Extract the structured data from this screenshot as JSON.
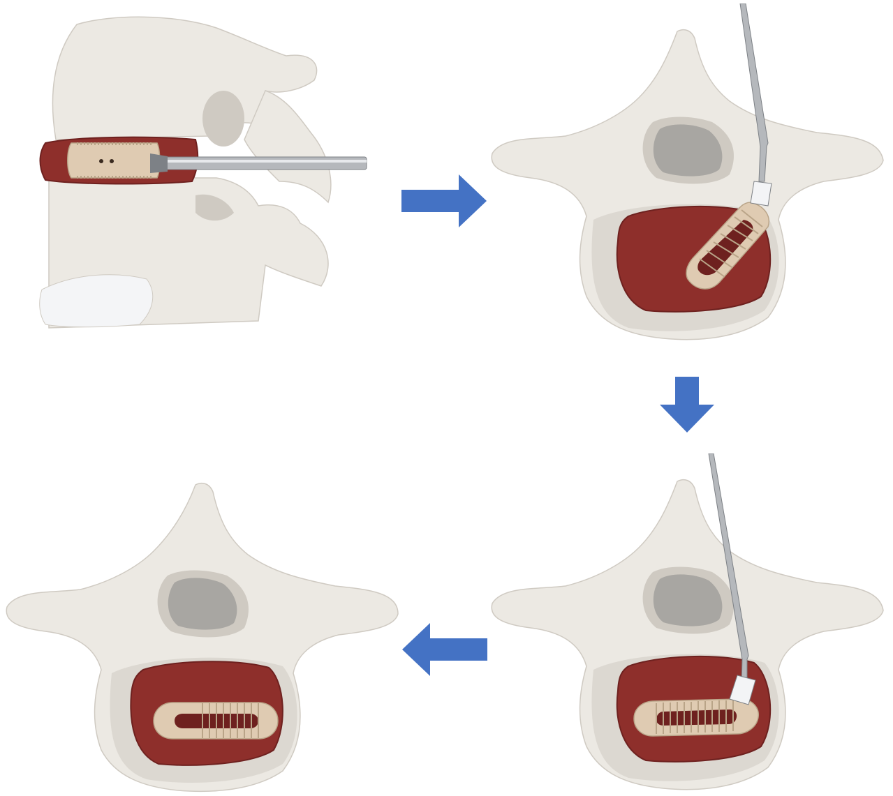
{
  "colors": {
    "background": "#ffffff",
    "bone": "#ece9e3",
    "bone_shade": "#cfcac2",
    "bone_dark": "#b3ada4",
    "disc": "#8e2f2b",
    "disc_dark": "#6e211f",
    "implant": "#dfcbb2",
    "implant_rib": "#b9a488",
    "instrument": "#b5b8bc",
    "instrument_dark": "#7d8186",
    "canal": "#a8a6a2",
    "arrow": "#4472c4"
  },
  "panels": [
    {
      "step": 1,
      "view": "lateral",
      "content": "implant-insertion"
    },
    {
      "step": 2,
      "view": "axial",
      "content": "implant-rotation-start"
    },
    {
      "step": 3,
      "view": "axial",
      "content": "implant-rotation-complete"
    },
    {
      "step": 4,
      "view": "axial",
      "content": "implant-final-position"
    }
  ],
  "arrows": [
    {
      "from": 1,
      "to": 2,
      "direction": "right"
    },
    {
      "from": 2,
      "to": 3,
      "direction": "down"
    },
    {
      "from": 3,
      "to": 4,
      "direction": "left"
    }
  ]
}
